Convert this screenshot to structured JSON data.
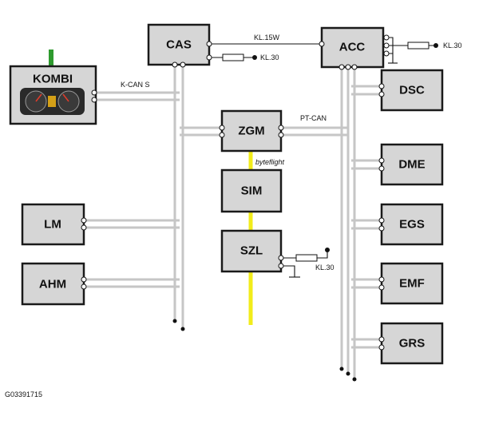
{
  "modules": {
    "kombi": "KOMBI",
    "cas": "CAS",
    "acc": "ACC",
    "zgm": "ZGM",
    "sim": "SIM",
    "szl": "SZL",
    "lm": "LM",
    "ahm": "AHM",
    "dsc": "DSC",
    "dme": "DME",
    "egs": "EGS",
    "emf": "EMF",
    "grs": "GRS"
  },
  "labels": {
    "kl15w": "KL.15W",
    "kl30_cas": "KL.30",
    "kl30_acc": "KL.30",
    "kl30_szl": "KL.30",
    "kcan": "K-CAN S",
    "ptcan": "PT-CAN",
    "byteflight": "byteflight"
  },
  "figure_id": "G03391715",
  "colors": {
    "module_fill": "#d6d6d6",
    "bus_grey": "#c6c6c6",
    "byteflight_yellow": "#f2ec1a",
    "status_green": "#2e9a2e"
  },
  "icons": {
    "kombi_display": "instrument-cluster-icon"
  }
}
